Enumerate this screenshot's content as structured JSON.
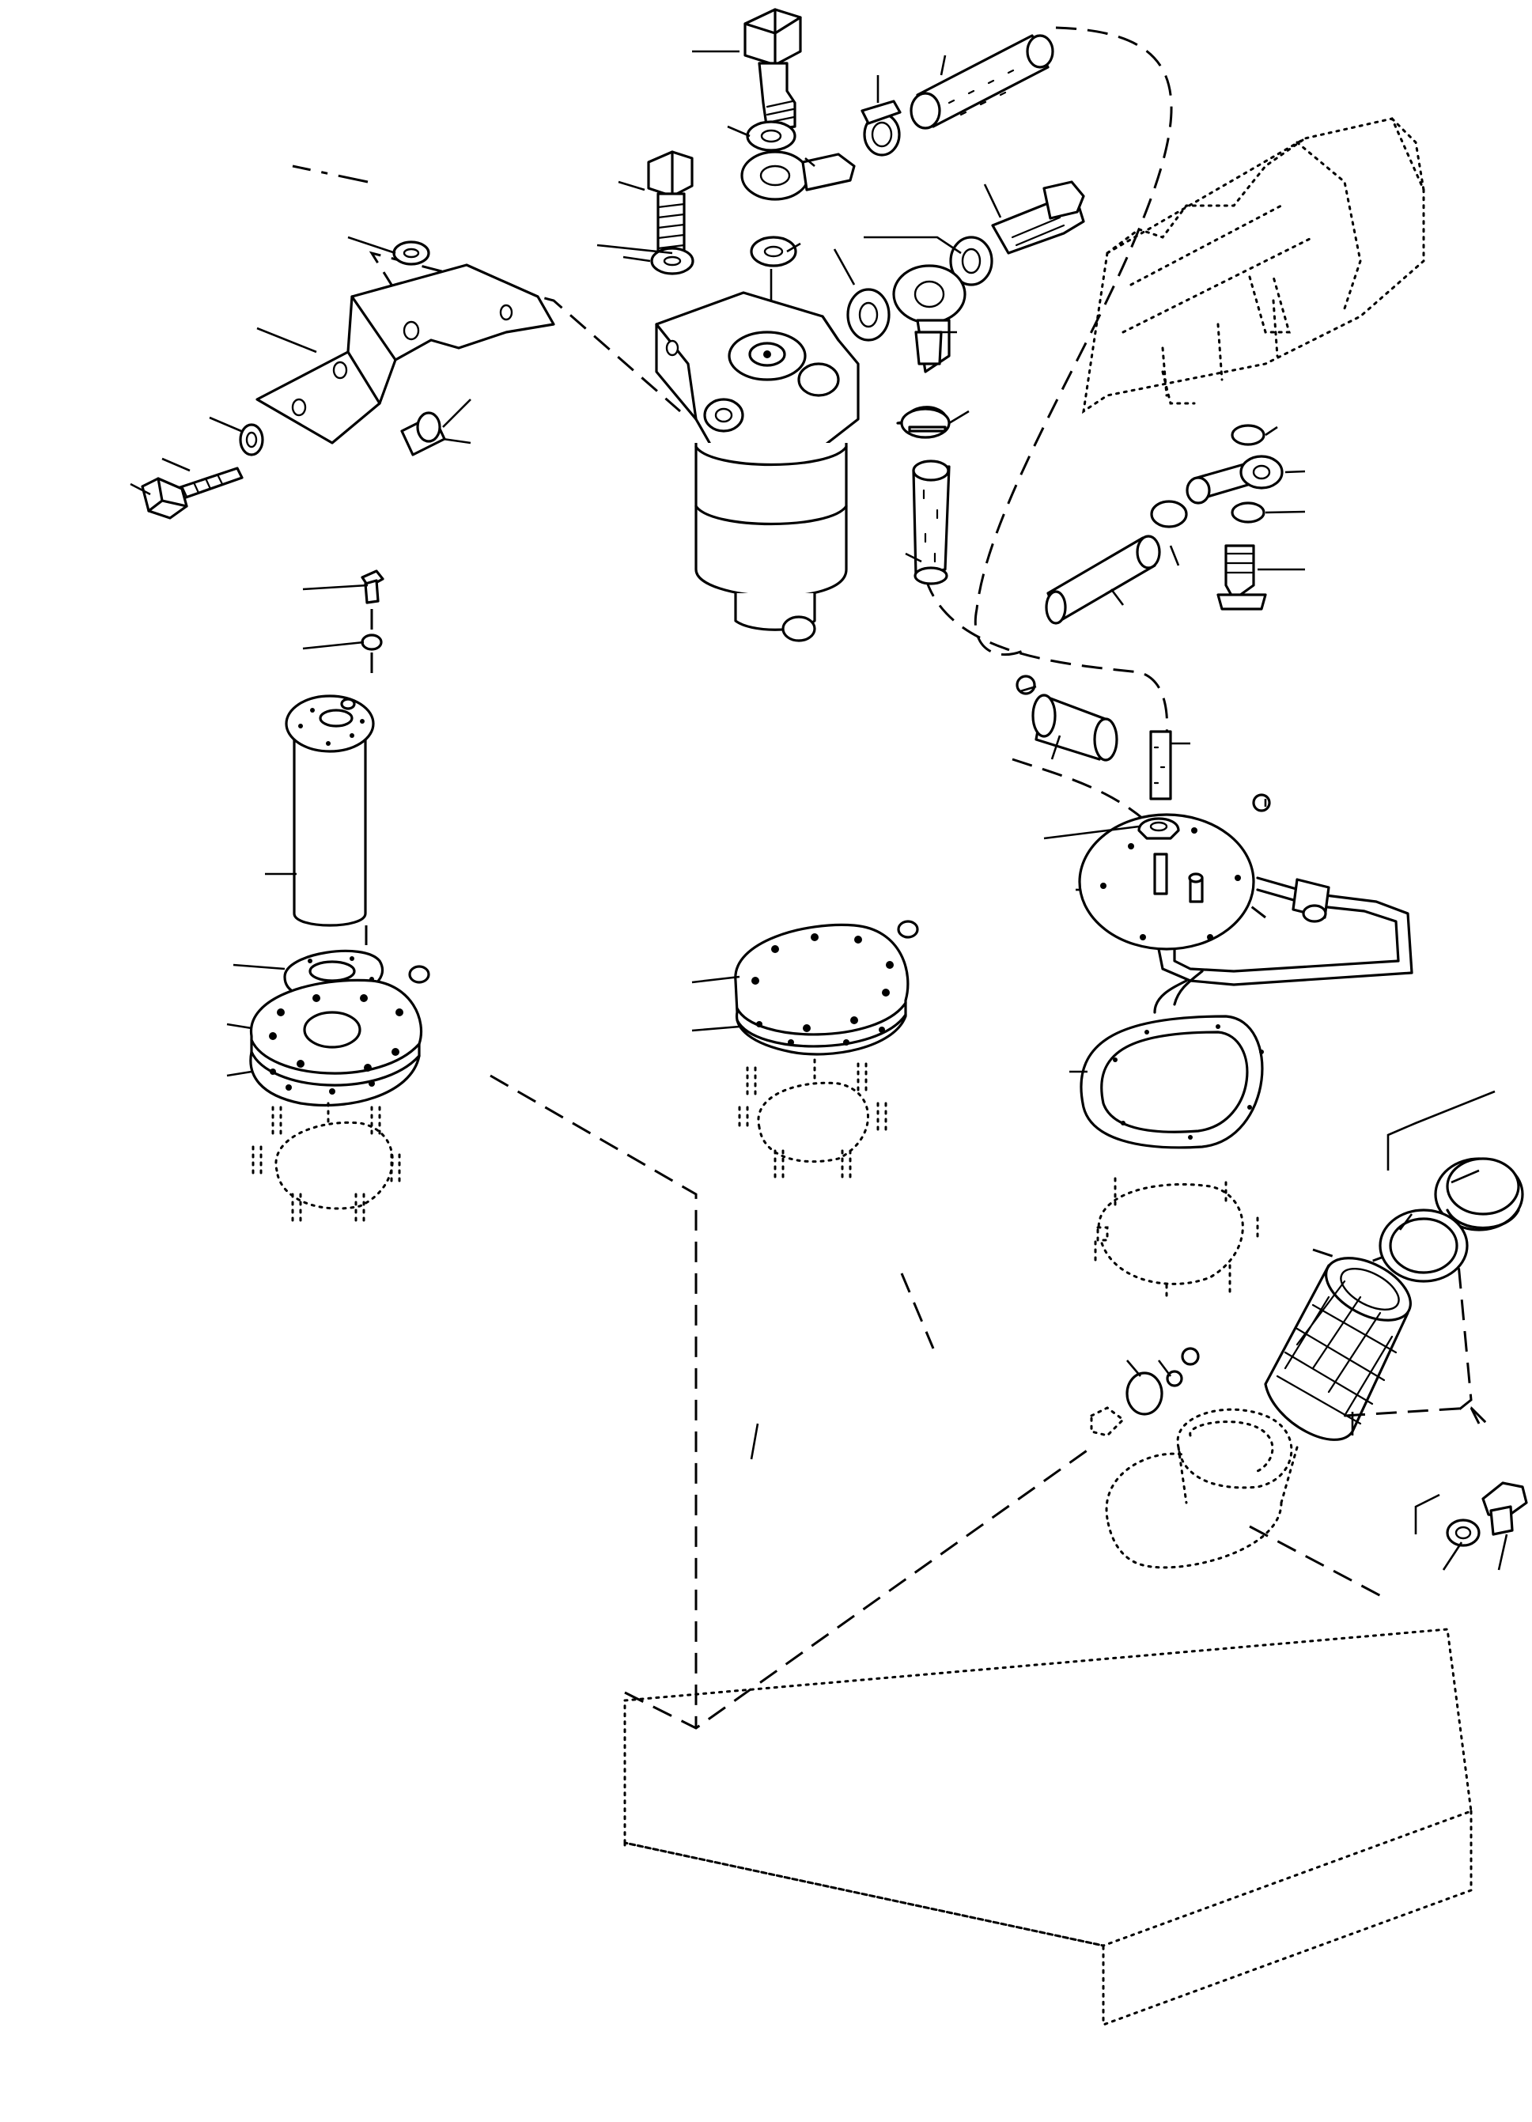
{
  "diagram": {
    "kind": "exploded-parts-view",
    "line_color": "#000000",
    "background": "#ffffff",
    "components": [
      {
        "name": "fuel-filter-assembly"
      },
      {
        "name": "mounting-bracket"
      },
      {
        "name": "bracket-bolt"
      },
      {
        "name": "hollow-bolt"
      },
      {
        "name": "banjo-fitting"
      },
      {
        "name": "fuel-hose"
      },
      {
        "name": "hose-clamp"
      },
      {
        "name": "fuel-gauge-sender"
      },
      {
        "name": "tank-cover-plate"
      },
      {
        "name": "fuel-pickup-plate"
      },
      {
        "name": "filler-strainer"
      },
      {
        "name": "filler-cap"
      },
      {
        "name": "drain-plug"
      },
      {
        "name": "fuel-tank"
      },
      {
        "name": "injection-pump"
      }
    ]
  }
}
